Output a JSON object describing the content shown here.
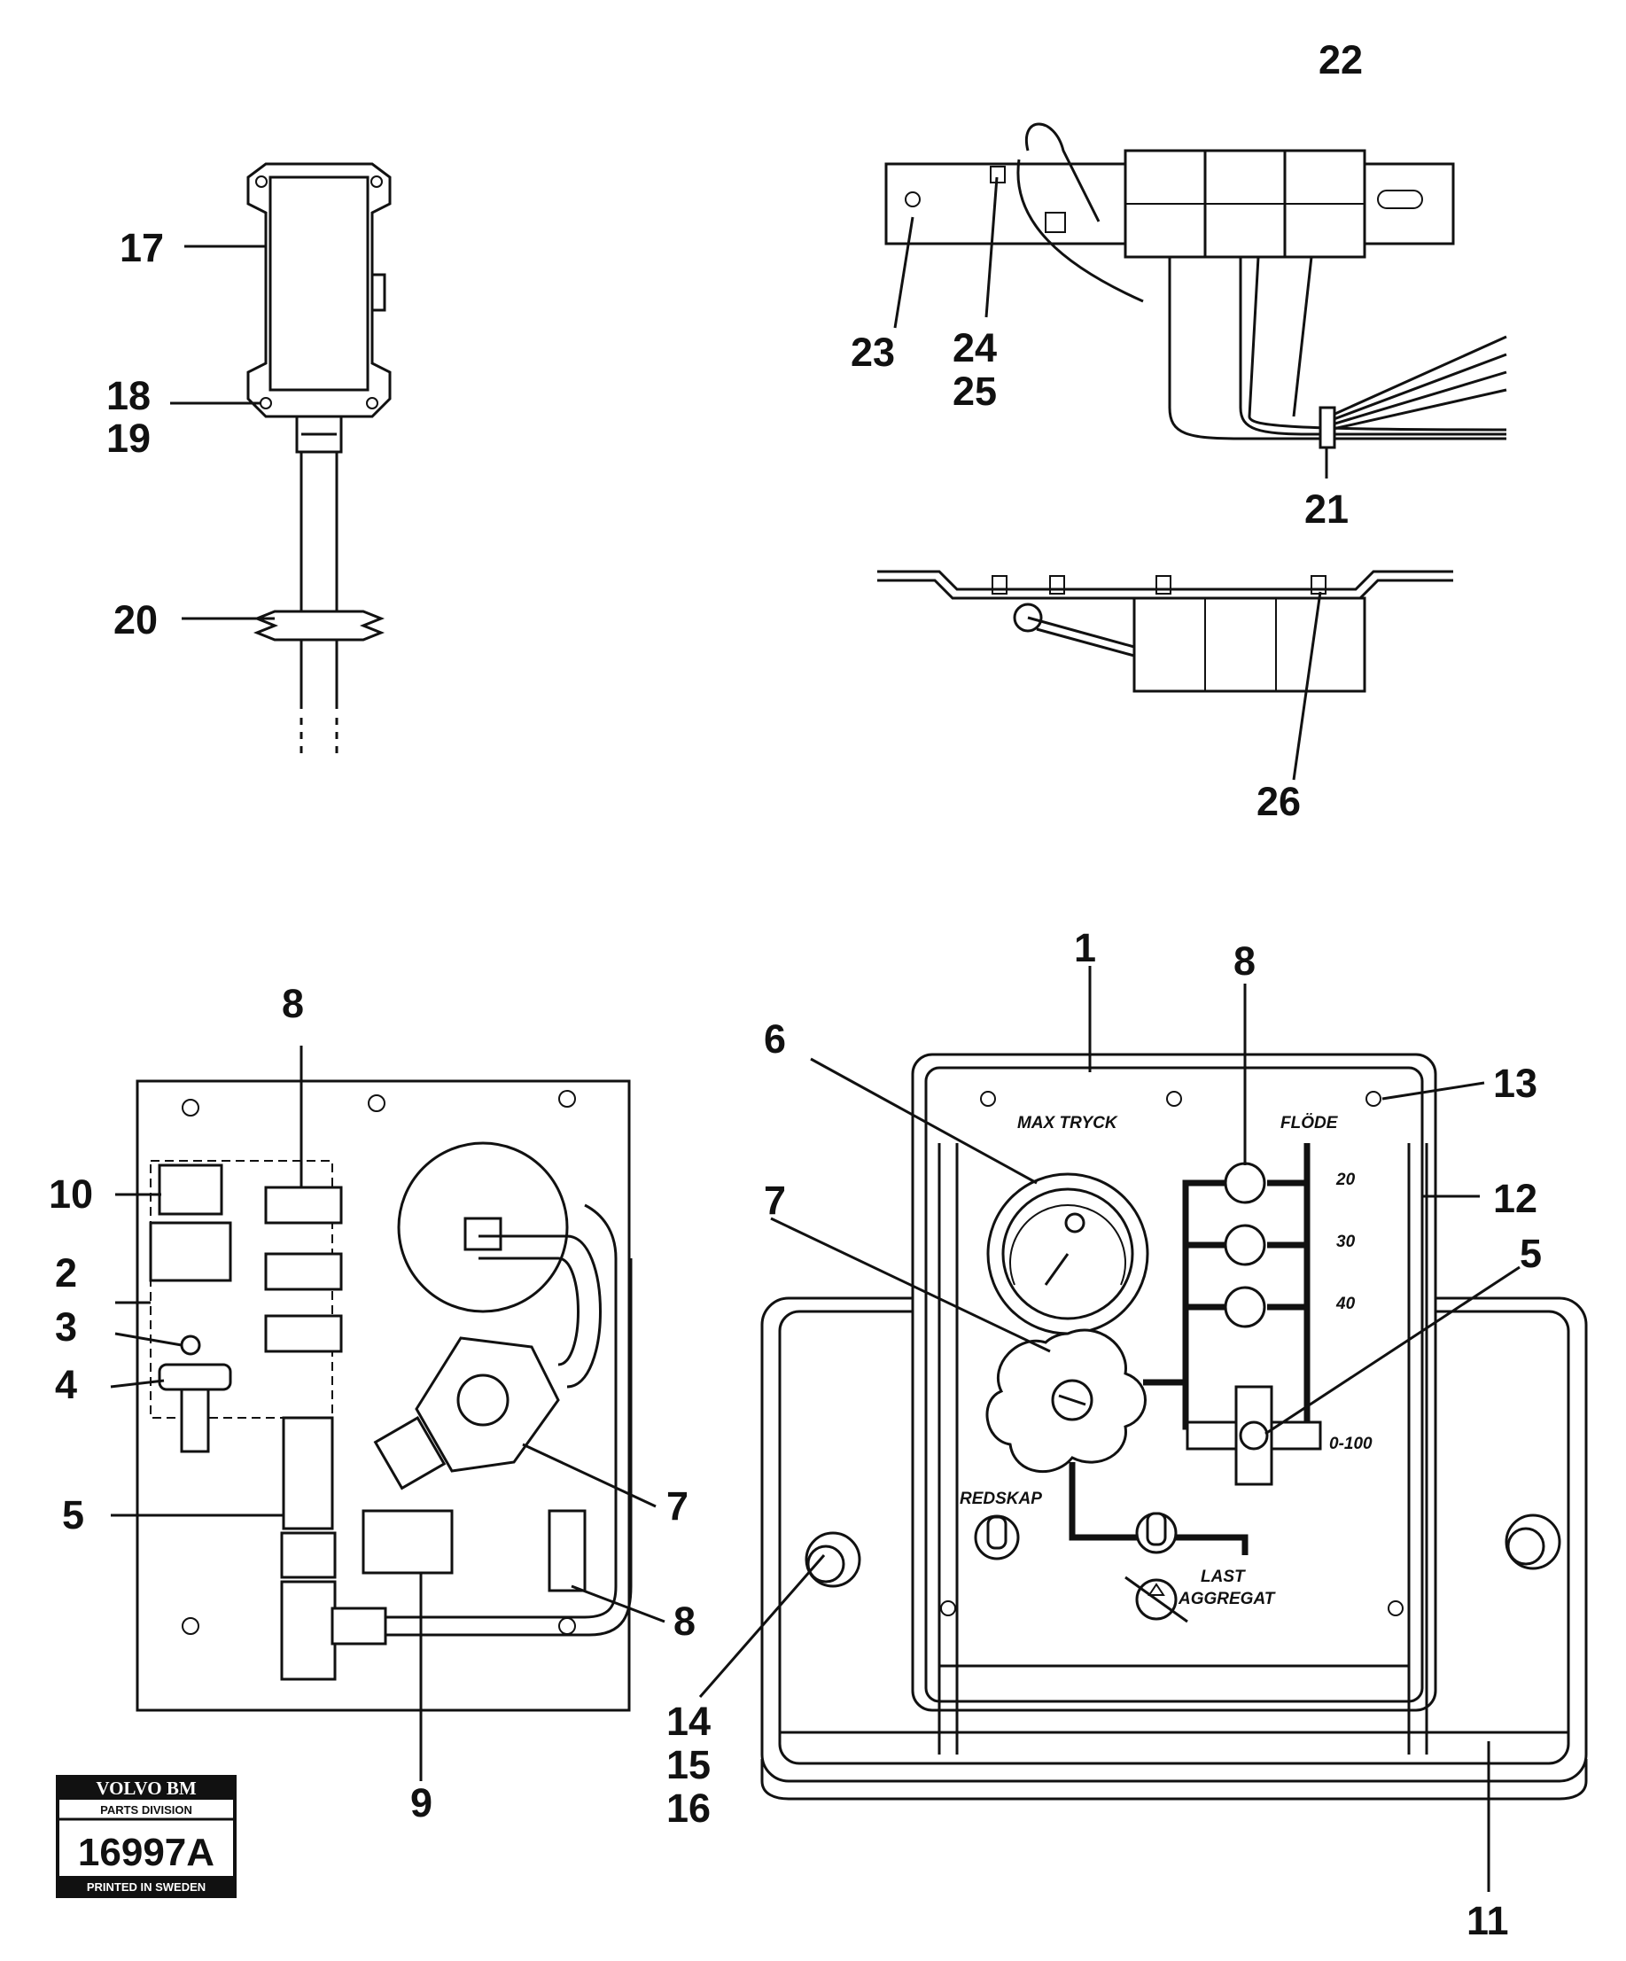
{
  "callouts": {
    "c1": "1",
    "c2": "2",
    "c3": "3",
    "c4": "4",
    "c5a": "5",
    "c5b": "5",
    "c6": "6",
    "c7a": "7",
    "c7b": "7",
    "c8a": "8",
    "c8b": "8",
    "c8c": "8",
    "c9": "9",
    "c10": "10",
    "c11": "11",
    "c12": "12",
    "c13": "13",
    "c14": "14",
    "c15": "15",
    "c16": "16",
    "c17": "17",
    "c18": "18",
    "c19": "19",
    "c20": "20",
    "c21": "21",
    "c22": "22",
    "c23": "23",
    "c24": "24",
    "c25": "25",
    "c26": "26"
  },
  "panel": {
    "max_tryck": "MAX TRYCK",
    "flode": "FLÖDE",
    "flow_20": "20",
    "flow_30": "30",
    "flow_40": "40",
    "flow_range": "0-100",
    "redskap": "REDSKAP",
    "last": "LAST",
    "aggregat": "AGGREGAT"
  },
  "stamp": {
    "brand": "VOLVO BM",
    "division": "PARTS DIVISION",
    "number": "16997A",
    "printed": "PRINTED IN SWEDEN"
  }
}
